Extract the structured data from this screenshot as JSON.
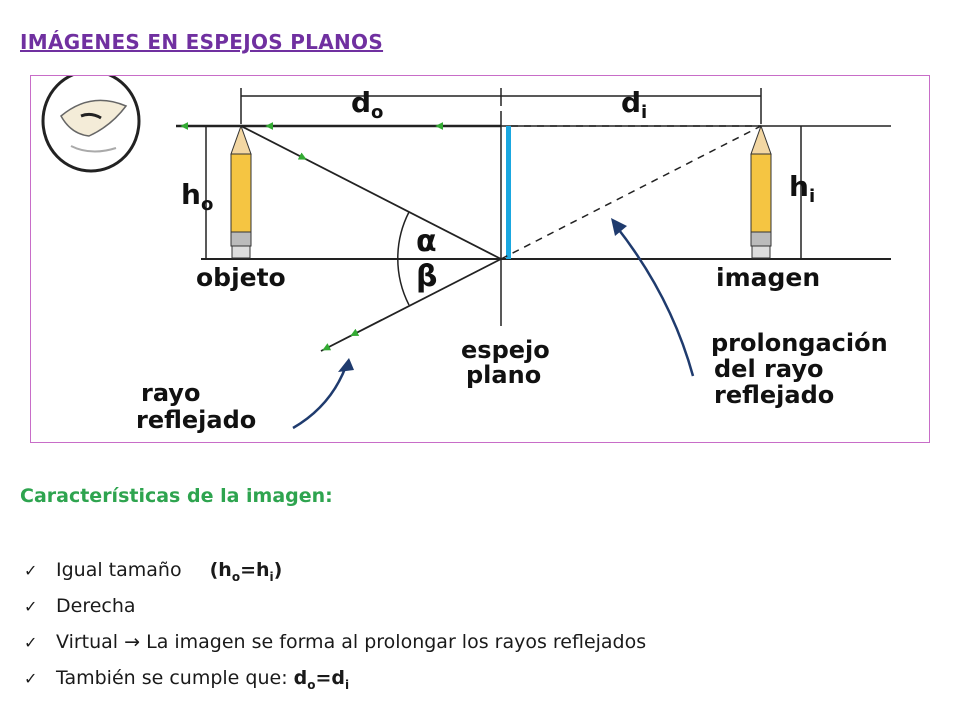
{
  "title": "IMÁGENES EN ESPEJOS PLANOS",
  "diagram": {
    "labels": {
      "d": "d",
      "o": "o",
      "i": "i",
      "h": "h",
      "alpha": "α",
      "beta": "β",
      "objeto": "objeto",
      "imagen": "imagen",
      "espejo_plano": [
        "espejo",
        "plano"
      ],
      "rayo_reflejado": [
        "rayo",
        "reflejado"
      ],
      "prolongacion": [
        "prolongación",
        "del rayo",
        "reflejado"
      ]
    },
    "colors": {
      "mirror": "#1aa7e0",
      "arrowheads": "#33aa33",
      "pencil": "#f5c542",
      "frame": "#c86dc8"
    }
  },
  "characteristics": {
    "heading": "Características de la imagen:",
    "check_icon": "✓",
    "item1": {
      "text": "Igual tamaño",
      "open": "(h",
      "sub_o": "o",
      "eq": "=h",
      "sub_i": "i",
      "close": ")"
    },
    "item2": {
      "text": "Derecha"
    },
    "item3": {
      "pre": "Virtual",
      "arrow": "→",
      "post": "La imagen se forma al prolongar los rayos reflejados"
    },
    "item4": {
      "text": "También se cumple que:",
      "d1": "d",
      "sub_o": "o",
      "eq": "=d",
      "sub_i": "i"
    }
  }
}
